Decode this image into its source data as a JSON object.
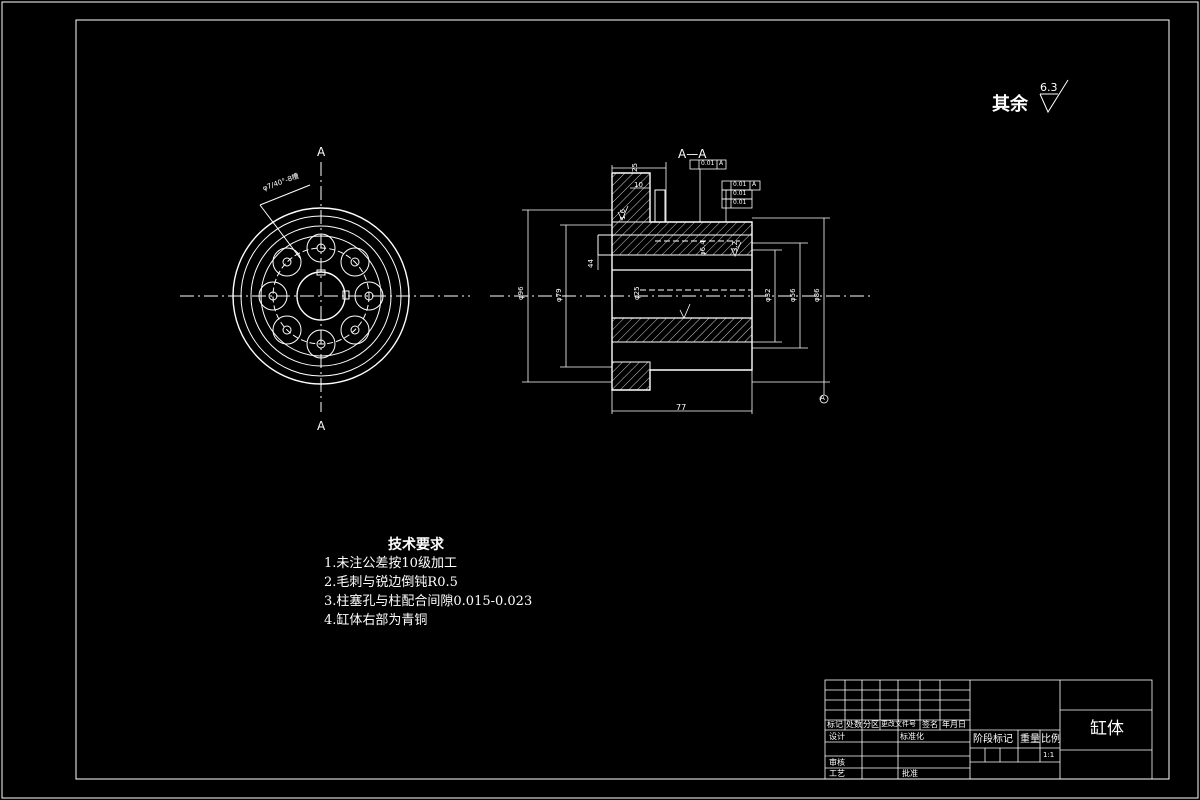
{
  "roughness": {
    "label": "其余",
    "value": "6.3"
  },
  "section": {
    "cut_label": "A",
    "view_label": "A—A"
  },
  "dimensions": {
    "d_pcd": "φ7/40°-8槽",
    "d_outer": "φ96",
    "d_flange": "φ79",
    "d_bore": "φ32",
    "d_step": "φ56",
    "d_right": "φ86",
    "len_total": "77",
    "len_top_25": "25",
    "len_top_10": "10",
    "hole_d": "φ6.4",
    "bore_d": "φ25",
    "rough_16": "1.6",
    "rough_32": "3.2",
    "h_44": "44",
    "gdt_top": "0.01",
    "gdt_perp": "0.01",
    "gdt_flat": "0.01",
    "gdt_cyl": "0.01",
    "datum": "A"
  },
  "tech_requirements": {
    "title": "技术要求",
    "items": [
      "1.未注公差按10级加工",
      "2.毛刺与锐边倒钝R0.5",
      "3.柱塞孔与柱配合间隙0.015-0.023",
      "4.缸体右部为青铜"
    ]
  },
  "title_block": {
    "part_name": "缸体",
    "header_cols": [
      "标记",
      "处数",
      "分区",
      "更改文件号",
      "签名",
      "年月日"
    ],
    "row_design": "设计",
    "row_std": "标准化",
    "row_review": "审核",
    "row_process": "工艺",
    "row_approve": "批准",
    "stage_label": "阶段标记",
    "weight_label": "重量",
    "scale_label": "比例",
    "scale_value": "1:1"
  }
}
